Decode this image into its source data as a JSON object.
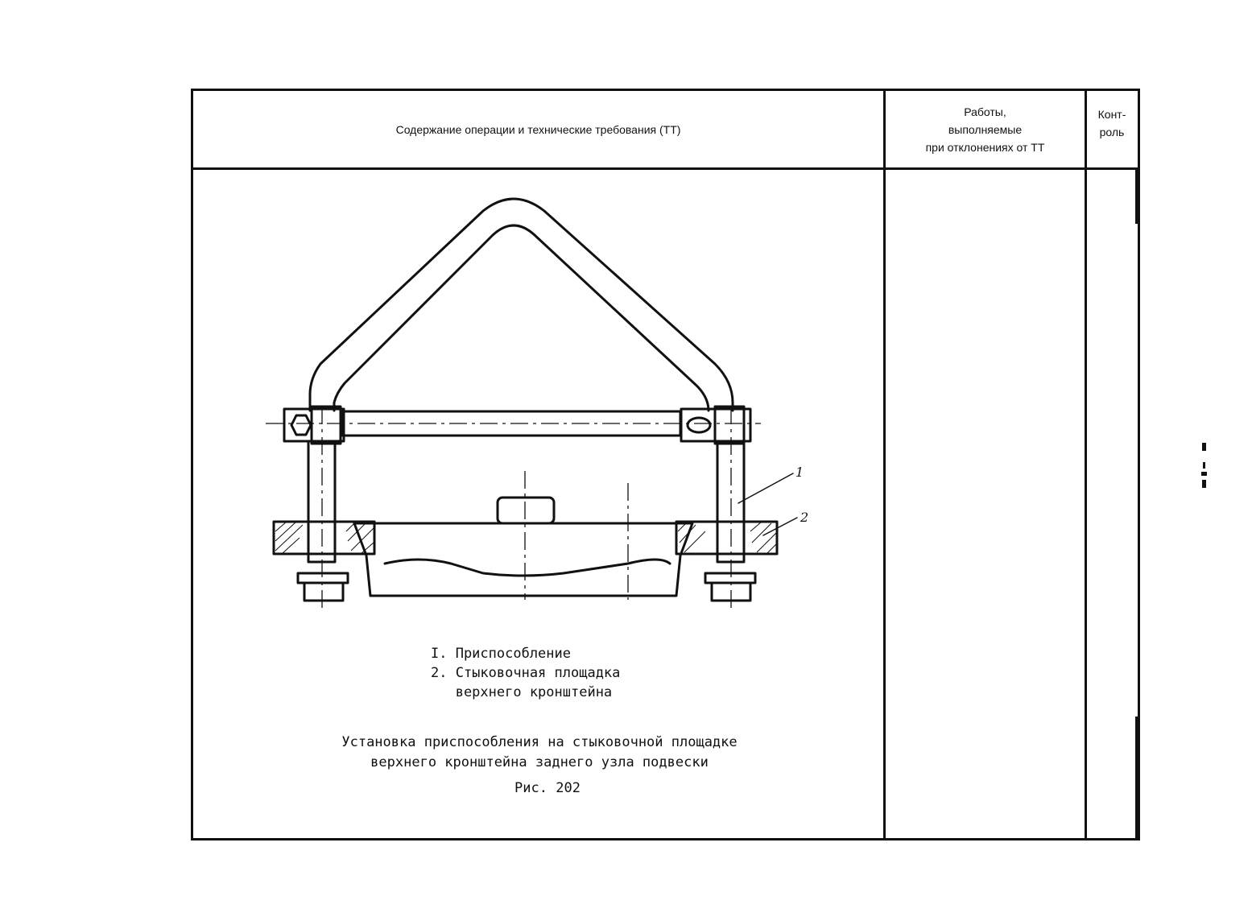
{
  "table": {
    "col1_header": "Содержание операции и технические требования (ТТ)",
    "col2_header_lines": [
      "Работы,",
      "выполняемые",
      "при отклонениях от ТТ"
    ],
    "col3_header_lines": [
      "Конт-",
      "роль"
    ]
  },
  "figure": {
    "callouts": [
      "1",
      "2"
    ],
    "legend": [
      "I. Приспособление",
      "2. Стыковочная площадка",
      "   верхнего кронштейна"
    ],
    "caption_lines": [
      "Установка приспособления на стыковочной площадке",
      "верхнего кронштейна заднего узла подвески"
    ],
    "figure_number": "Рис. 202"
  }
}
